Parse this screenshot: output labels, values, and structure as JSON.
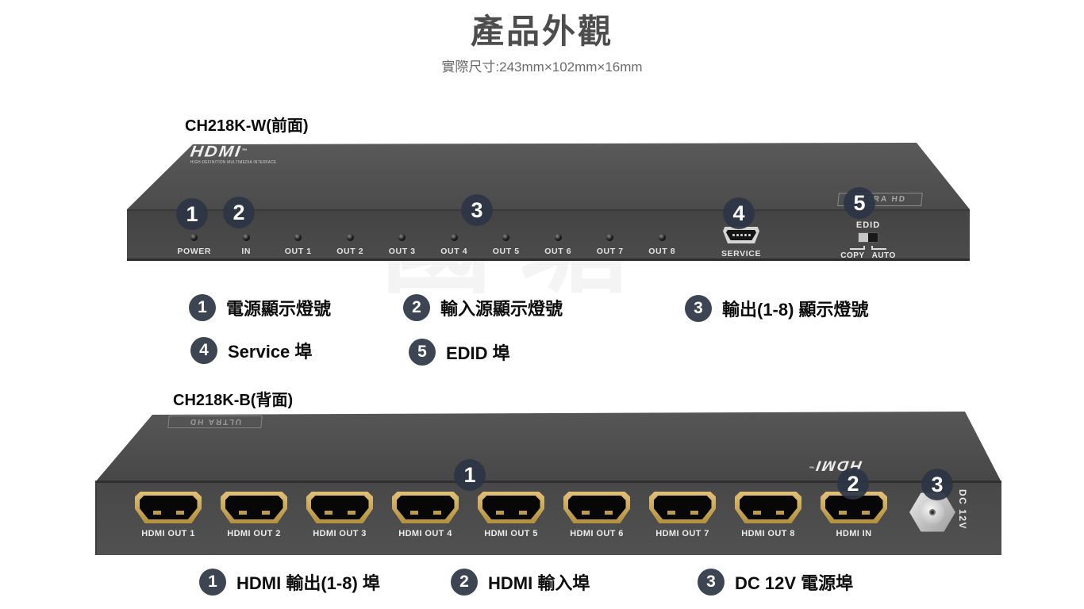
{
  "page": {
    "title": "產品外觀",
    "subtitle": "實際尺寸:243mm×102mm×16mm",
    "watermark": "國塘"
  },
  "front_view": {
    "label": "CH218K-W(前面)",
    "brand_logo": "HDMI",
    "brand_tm": "™",
    "brand_tagline": "HIGH-DEFINITION MULTIMEDIA INTERFACE",
    "ultrahd_logo": "ULTRA HD",
    "led_labels": [
      "POWER",
      "IN",
      "OUT 1",
      "OUT 2",
      "OUT 3",
      "OUT 4",
      "OUT 5",
      "OUT 6",
      "OUT 7",
      "OUT 8"
    ],
    "service_label": "SERVICE",
    "edid_label": "EDID",
    "edid_copy": "COPY",
    "edid_auto": "AUTO",
    "callouts": [
      "1",
      "2",
      "3",
      "4",
      "5"
    ]
  },
  "front_legend": [
    {
      "num": "1",
      "text": "電源顯示燈號"
    },
    {
      "num": "2",
      "text": "輸入源顯示燈號"
    },
    {
      "num": "3",
      "text": "輸出(1-8) 顯示燈號"
    },
    {
      "num": "4",
      "text": "Service 埠"
    },
    {
      "num": "5",
      "text": "EDID 埠"
    }
  ],
  "back_view": {
    "label": "CH218K-B(背面)",
    "ultrahd_logo": "ULTRA HD",
    "brand_logo": "HDMI",
    "brand_tm": "™",
    "port_labels": [
      "HDMI OUT 1",
      "HDMI OUT 2",
      "HDMI OUT 3",
      "HDMI OUT 4",
      "HDMI OUT 5",
      "HDMI OUT 6",
      "HDMI OUT 7",
      "HDMI OUT 8",
      "HDMI IN"
    ],
    "dc_label": "DC 12V",
    "callouts": [
      "1",
      "2",
      "3"
    ]
  },
  "back_legend": [
    {
      "num": "1",
      "text": "HDMI 輸出(1-8) 埠"
    },
    {
      "num": "2",
      "text": "HDMI 輸入埠"
    },
    {
      "num": "3",
      "text": "DC 12V 電源埠"
    }
  ],
  "colors": {
    "badge": "#3d4553",
    "device_body": "#4c4c4c",
    "port_gold": "#c9a357",
    "label_text": "#e6e6e6"
  }
}
